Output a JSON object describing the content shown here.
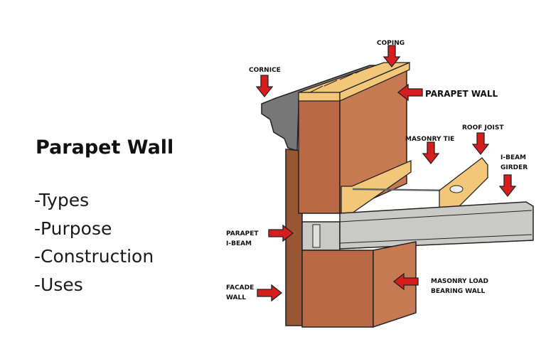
{
  "title": "Parapet Wall",
  "bullets": [
    "-Types",
    "-Purpose",
    "-Construction",
    "-Uses"
  ],
  "labels": {
    "coping": "COPING",
    "cornice": "CORNICE",
    "parapet_wall": "PARAPET WALL",
    "roof_joist": "ROOF JOIST",
    "masonry_tie": "MASONRY TIE",
    "i_beam_girder_1": "I-BEAM",
    "i_beam_girder_2": "GIRDER",
    "parapet_i_beam_1": "PARAPET",
    "parapet_i_beam_2": "I-BEAM",
    "facade_wall_1": "FACADE",
    "facade_wall_2": "WALL",
    "masonry_load_1": "MASONRY LOAD",
    "masonry_load_2": "BEARING WALL"
  },
  "colors": {
    "brick": "#b96a45",
    "brick_dark": "#9a5535",
    "brick_light": "#c77a52",
    "wood": "#f2c77a",
    "steel": "#c9c9c6",
    "cornice": "#777777",
    "arrow": "#d71e1e"
  }
}
